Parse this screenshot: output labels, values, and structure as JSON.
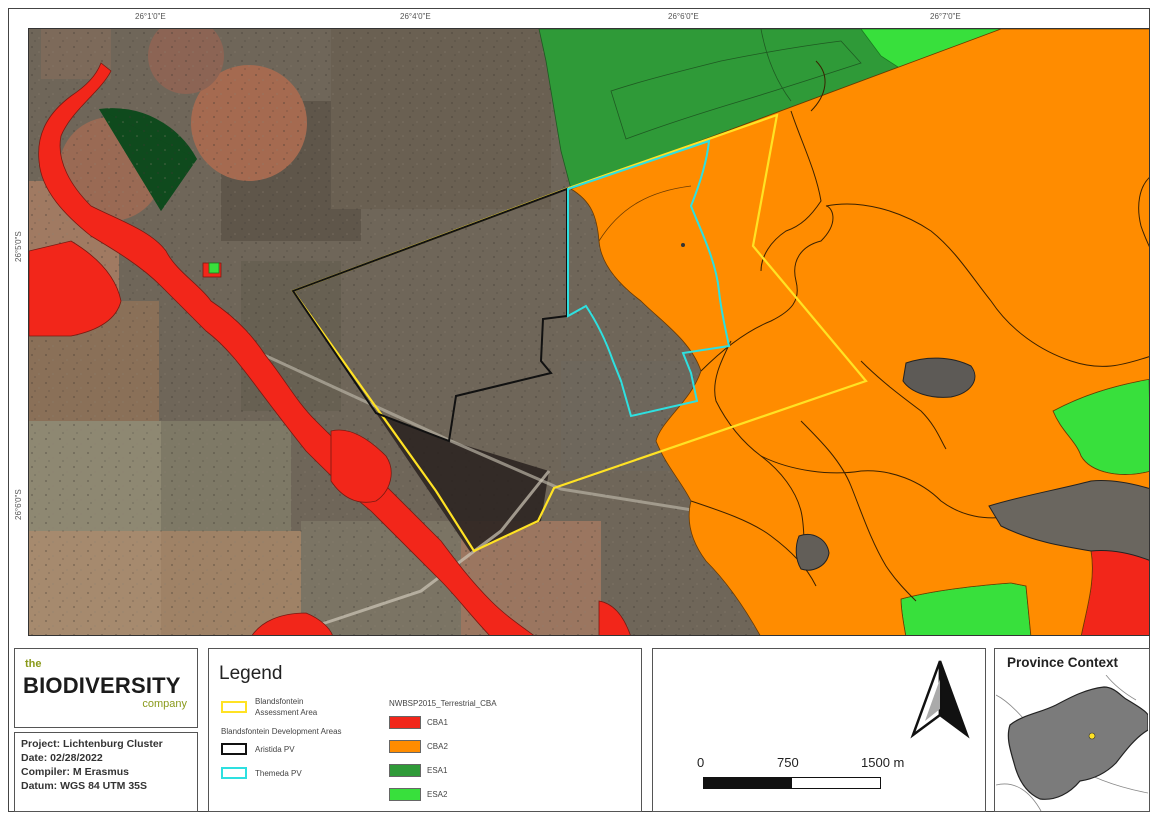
{
  "map": {
    "top_coords": [
      "26°1'0\"E",
      "26°4'0\"E",
      "26°6'0\"E",
      "26°7'0\"E"
    ],
    "left_coords": [
      "26°5'0\"S",
      "26°6'0\"S"
    ],
    "colors": {
      "cba1": "#f2261a",
      "cba2": "#ff8c00",
      "esa1": "#2f9a38",
      "esa2": "#38e03c",
      "assessment_outline": "#ffe224",
      "aristida_outline": "#111111",
      "themeda_outline": "#2ee0e0"
    }
  },
  "logo": {
    "the": "the",
    "main": "BIODIVERSITY",
    "sub": "company"
  },
  "project_info": [
    "Project: Lichtenburg Cluster",
    "Date: 02/28/2022",
    "Compiler: M Erasmus",
    "Datum: WGS 84 UTM 35S"
  ],
  "legend": {
    "title": "Legend",
    "assessment_label_1": "Blandsfontein",
    "assessment_label_2": "Assessment Area",
    "dev_areas_label": "Blandsfontein Development Areas",
    "aristida_label": "Aristida PV",
    "themeda_label": "Themeda PV",
    "cba_group_label": "NWBSP2015_Terrestrial_CBA",
    "items": [
      {
        "label": "CBA1",
        "color": "#f2261a"
      },
      {
        "label": "CBA2",
        "color": "#ff8c00"
      },
      {
        "label": "ESA1",
        "color": "#2f9a38"
      },
      {
        "label": "ESA2",
        "color": "#38e03c"
      }
    ]
  },
  "scale_bar": {
    "labels": [
      "0",
      "750",
      "1500 m"
    ]
  },
  "province": {
    "title": "Province Context"
  }
}
